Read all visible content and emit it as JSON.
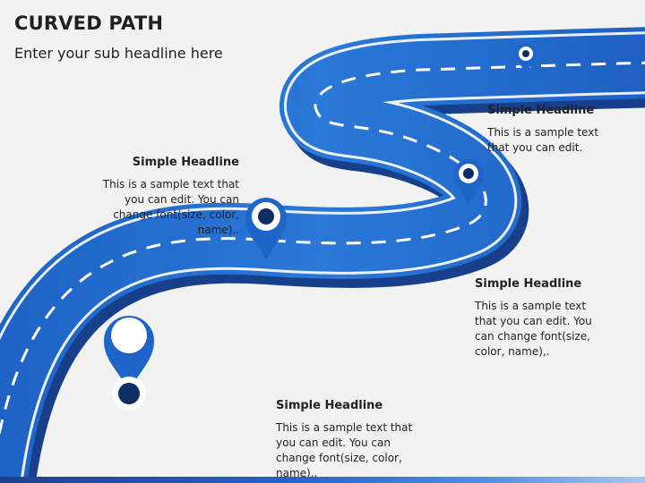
{
  "slide": {
    "title": "CURVED PATH",
    "subtitle": "Enter your sub headline here"
  },
  "colors": {
    "road_light": "#2f7fdc",
    "road_dark": "#1f55b0",
    "road_side": "#173f8a",
    "pin": "#1f64c8",
    "pin_dark": "#0e2d63",
    "accent": "#ffffff"
  },
  "milestones": [
    {
      "headline": "Simple Headline",
      "body": "This is a sample text that you can edit. You can change font(size, color, name),."
    },
    {
      "headline": "Simple Headline",
      "body": "This is a sample text that you can edit."
    },
    {
      "headline": "Simple Headline",
      "body": "This is a sample text that you can edit. You can change font(size, color, name),."
    },
    {
      "headline": "Simple Headline",
      "body": "This is a sample text that you can edit. You can change font(size, color, name),."
    }
  ]
}
